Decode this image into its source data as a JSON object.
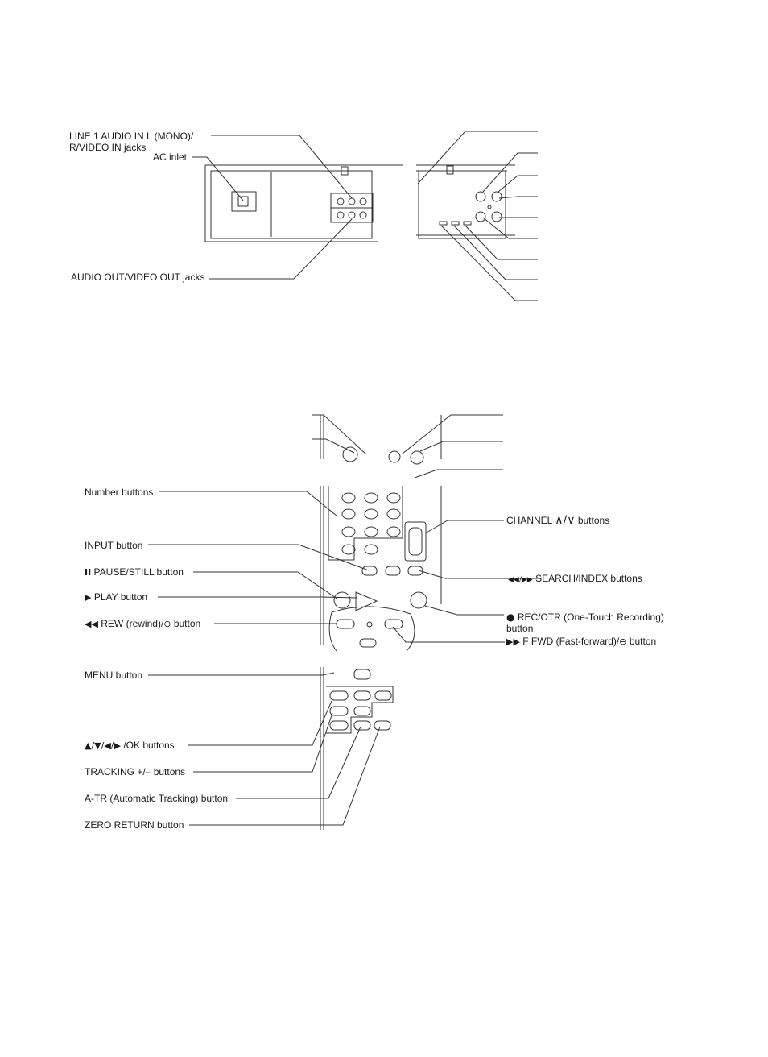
{
  "rear_panel": {
    "labels": {
      "line1_audio_in_line1": "LINE 1 AUDIO IN L (MONO)/",
      "line1_audio_in_line2": "R/VIDEO IN jacks",
      "ac_inlet": "AC inlet",
      "audio_video_out": "AUDIO OUT/VIDEO OUT jacks"
    }
  },
  "remote": {
    "labels": {
      "number_buttons": "Number buttons",
      "input_button": "INPUT button",
      "pause_still": "PAUSE/STILL button",
      "play": "PLAY button",
      "rew": "REW (rewind)/",
      "rew_suffix": " button",
      "channel_prefix": "CHANNEL",
      "channel_suffix": "buttons",
      "search_index": "SEARCH/INDEX buttons",
      "rec_otr_line1": "REC/OTR (One-Touch Recording)",
      "rec_otr_line2": "button",
      "ffwd": "F FWD (Fast-forward)/",
      "ffwd_suffix": " button",
      "menu": "MENU button",
      "arrows_ok": "/OK buttons",
      "tracking": "TRACKING +/– buttons",
      "atr": "A-TR (Automatic Tracking) button",
      "zero_return": "ZERO RETURN button"
    },
    "symbols": {
      "pause": "II",
      "play": "▶",
      "rew": "◀◀",
      "ffwd": "▶▶",
      "rec": "●",
      "search": "◀◀/▶▶",
      "channel": "∧/∨",
      "arrows": "▲/▼/◀/▶",
      "skip": "⊖"
    }
  }
}
